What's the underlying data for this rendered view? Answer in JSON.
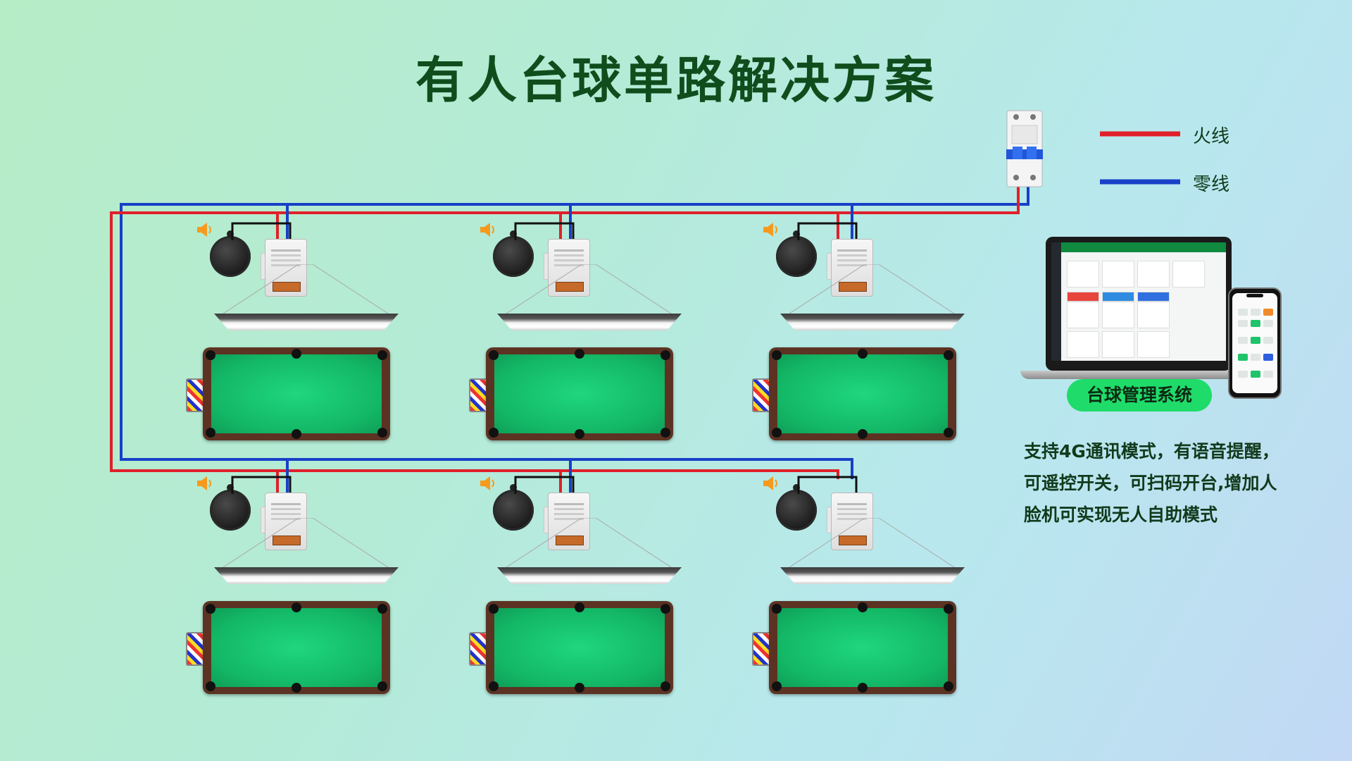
{
  "title": "有人台球单路解决方案",
  "legend": {
    "live": {
      "label": "火线",
      "color": "#e0202a"
    },
    "neutral": {
      "label": "零线",
      "color": "#1840c8"
    }
  },
  "colors": {
    "felt": "#13b765",
    "frame": "#5c3323",
    "accent": "#1fdc6a",
    "title": "#0f4d1c"
  },
  "system": {
    "label": "台球管理系统"
  },
  "description": [
    "支持4G通讯模式，有语音提醒，",
    "可遥控开关，可扫码开台,增加人",
    "脸机可实现无人自助模式"
  ],
  "tables_count": 6,
  "icons": [
    "speaker-icon",
    "sound-icon",
    "circuit-breaker-icon",
    "laptop-icon",
    "phone-icon"
  ]
}
